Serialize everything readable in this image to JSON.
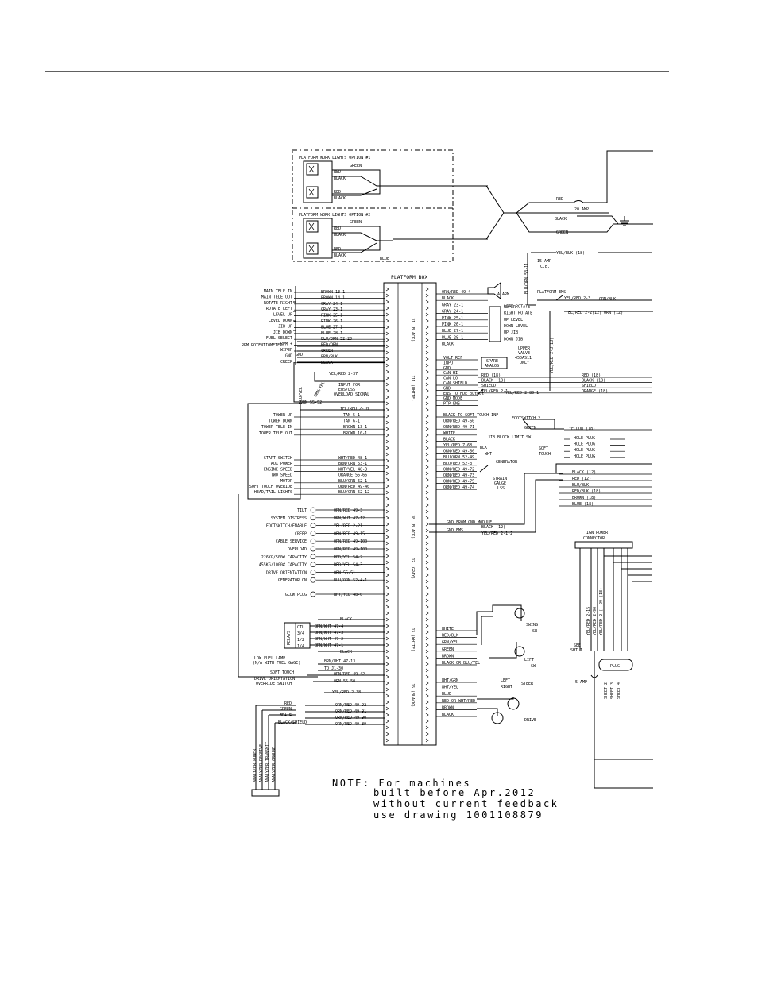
{
  "header_rule": true,
  "platform_box": {
    "title": "PLATFORM BOX",
    "j1": "J1 (BLACK)",
    "j2": "J2 (GRAY)",
    "j3": "J3 (WHITE)",
    "j6": "J6 (BLACK)",
    "j8": "J8 (BLACK)",
    "j11": "J11 (WHITE)"
  },
  "work_lights": {
    "opt1": "PLATFORM WORK LIGHTS OPTION #1",
    "opt2": "PLATFORM WORK LIGHTS OPTION #2",
    "wires": [
      "GREEN",
      "RED",
      "BLACK",
      "RED",
      "BLACK",
      "GREEN",
      "RED",
      "BLACK",
      "RED",
      "BLACK",
      "BLUE"
    ]
  },
  "power": {
    "red": "RED",
    "amp20": "20 AMP",
    "black": "BLACK",
    "green": "GREEN",
    "yelblk": "YEL/BLK (18)",
    "amp15": "15 AMP",
    "cb": "C.B.",
    "bluorn": "BLU/ORN 53-11",
    "ems": "PLATFORM EMS",
    "yelred1": "YEL/RED 2-3",
    "orn_blk": "ORN/BLK",
    "yelred2": "YEL/RED 2-2(12)",
    "orn12": "ORN (12)",
    "yelred_v": "YEL/RED 2-3(18)"
  },
  "left_labels": [
    "MAIN TELE IN",
    "MAIN TELE OUT",
    "ROTATE RIGHT",
    "ROTATE LEFT",
    "LEVEL UP",
    "LEVEL DOWN",
    "JIB UP",
    "JIB DOWN",
    "FUEL SELECT",
    "RPM +",
    "WIPER",
    "GND",
    "CREEP"
  ],
  "left_wires": [
    "BROWN 13-1",
    "BROWN 14-1",
    "GRAY 24-1",
    "GRAY 23-1",
    "PINK 25-1",
    "PINK 26-1",
    "BLUE 27-1",
    "BLUE 28-1",
    "BLU/ORN 52-20",
    "RED/ORN",
    "GREEN",
    "BRN/BLK",
    "BLACK"
  ],
  "rpm_pot": "RPM POTENTIOMETER",
  "bluyel": "BLU/YEL",
  "gnd": "GND",
  "orn_yel": "ORN/YEL",
  "yelred237": "YEL/RED 2-37",
  "input_ems": [
    "INPUT FOR",
    "EMS/LSS",
    "OVERLOAD SIGNAL"
  ],
  "orn5552": "ORN 55-52",
  "yelred210": "YEL/RED 2-10",
  "tower": [
    {
      "label": "TOWER UP",
      "wire": "TAN 5-1"
    },
    {
      "label": "TOWER DOWN",
      "wire": "TAN 6-1"
    },
    {
      "label": "TOWER TELE IN",
      "wire": "BROWN 13-1"
    },
    {
      "label": "TOWER TELE OUT",
      "wire": "BROWN 10-1"
    }
  ],
  "start": [
    {
      "label": "START SWITCH",
      "wire": "WHT/RED 48-1"
    },
    {
      "label": "AUX POWER",
      "wire": "BRN/ORN 53-1"
    },
    {
      "label": "ENGINE SPEED",
      "wire": "WHT/YEL 48-3"
    },
    {
      "label": "TWO SPEED",
      "wire": "ORANGE 55-66"
    },
    {
      "label": "MOTOR",
      "wire": "BLU/ORN 52-1"
    },
    {
      "label": "SOFT TOUCH OVERIDE",
      "wire": "ORN/RED 49-40"
    },
    {
      "label": "HEAD/TAIL LIGHTS",
      "wire": "BLU/ORN 52-12"
    }
  ],
  "j2_labels": [
    {
      "label": "TILT",
      "wire": "ORN/RED 49-3"
    },
    {
      "label": "SYSTEM DISTRESS",
      "wire": "BRN/WHT 47-12"
    },
    {
      "label": "FOOTSWITCH/ENABLE",
      "wire": "YEL/RED 2-21"
    },
    {
      "label": "CREEP",
      "wire": "ORN/RED 49-15"
    },
    {
      "label": "CABLE SERVICE",
      "wire": "ORN/RED 49-100"
    },
    {
      "label": "OVERLOAD",
      "wire": "ORN/RED 49-100"
    },
    {
      "label": "226KG/500# CAPACITY",
      "wire": "RED/YEL 54-2"
    },
    {
      "label": "455KG/1000# CAPACITY",
      "wire": "RED/YEL 54-3"
    },
    {
      "label": "DRIVE ORIENTATION",
      "wire": "ORN 55-51"
    },
    {
      "label": "GENERATOR ON",
      "wire": "BLU/ORN 52-4-1"
    },
    {
      "label": "GLOW PLUG",
      "wire": "WHT/YEL 48-6"
    }
  ],
  "relays": {
    "rows": [
      "CTL",
      "3/4",
      "1/2",
      "1/4"
    ],
    "wires": [
      "BRN/WHT 47-4",
      "BRN/WHT 47-3",
      "BRN/WHT 47-2",
      "BRN/WHT 47-1"
    ],
    "black": "BLACK"
  },
  "bottom_left": [
    {
      "label": "LOW FUEL LAMP",
      "wire": "BRN/WHT 47-13"
    },
    {
      "label": "(N/A WITH FUEL GAGE)",
      "wire": "TO J1-30"
    },
    {
      "label": "SOFT TOUCH",
      "wire": "ORN/RED 49-42"
    },
    {
      "label": "DRIVE ORIENTATION",
      "wire": "ORN 55-50"
    },
    {
      "label": "OVERRIDE SWITCH",
      "wire": "YEL/RED 2-38"
    }
  ],
  "analyzer": {
    "wires": [
      "RED",
      "GREEN",
      "WHITE",
      "BLACK/SHIELD"
    ],
    "conn": [
      "ORN/RED 49-92",
      "ORN/RED 49-91",
      "ORN/RED 49-90",
      "ORN/RED 49-89"
    ],
    "labels": [
      "ANALYZER POWER",
      "ANALYZER RECEIVE",
      "ANALYZER TRANSMIT",
      "ANALYZER GROUND"
    ]
  },
  "j1_right": [
    {
      "wire": "ORN/RED 49-4",
      "dev": "ALARM"
    },
    {
      "wire": "BLACK",
      "dev": ""
    },
    {
      "wire": "GRAY 23-1",
      "dev": "LEFT ROTATE"
    },
    {
      "wire": "GRAY 24-1",
      "dev": "RIGHT ROTATE"
    },
    {
      "wire": "PINK 25-1",
      "dev": "UP LEVEL"
    },
    {
      "wire": "PINK 26-1",
      "dev": "DOWN LEVEL"
    },
    {
      "wire": "BLUE 27-1",
      "dev": "UP JIB"
    },
    {
      "wire": "BLUE 28-1",
      "dev": "DOWN JIB"
    },
    {
      "wire": "BLACK",
      "dev": ""
    }
  ],
  "upper_valve": [
    "UPPER",
    "VALVE",
    "450AS11",
    "ONLY"
  ],
  "j11_right": [
    "VOLT REF",
    "INPUT",
    "GND",
    "CAN HI",
    "CAN LO",
    "CAN SHIELD",
    "GND",
    "ENS TO HDE output",
    "GND MODE",
    "PTP ENS"
  ],
  "spare": [
    "SPARE",
    "ANALOG"
  ],
  "can": [
    {
      "w": "RED (18)",
      "c": "RED (18)"
    },
    {
      "w": "BLACK (18)",
      "c": "BLACK (18)"
    },
    {
      "w": "SHIELD",
      "c": "SHIELD"
    },
    {
      "w": "YEL/RED 2-1",
      "c": "ORANGE (18)"
    }
  ],
  "yelred2801": "YEL/RED 2-80-1",
  "j8_right": [
    "BLACK TO SOFT TOUCH INP",
    "ORN/RED 49-60",
    "ORN/RED 49-71",
    "WHITE",
    "BLACK",
    "YEL/RED 7-68",
    "ORN/RED 49-60",
    "BLU/ORN 52-49",
    "BLU/RED 52-3",
    "ORN/RED 49-72",
    "ORN/RED 49-73",
    "ORN/RED 49-75",
    "ORN/RED 49-74"
  ],
  "footswitch": "FOOTSWITCH 2",
  "j8_misc": {
    "green": "GREEN",
    "yellow": "YELLOW (18)",
    "hole_plug": "HOLE PLUG",
    "jib_limit": "JIB BLOCK LIMIT SW",
    "soft_touch": [
      "SOFT",
      "TOUCH"
    ],
    "generator": "GENERATOR",
    "strain": [
      "STRAIN",
      "GAUGE",
      "LSS"
    ],
    "blk": "BLK",
    "wht": "WHT"
  },
  "dim_wires": [
    "BLACK (12)",
    "RED (12)",
    "BLU/BLK",
    "RED/BLK (18)",
    "BROWN (18)",
    "BLUE (18)"
  ],
  "j6": {
    "gnd_from": "GND FROM GND MODULE",
    "gnd_ems": "GND EMS",
    "black12": "BLACK (12)",
    "yelred212": "YEL/RED 2-1-2"
  },
  "j3_right": [
    "WHITE",
    "RED/BLK",
    "GRN/YEL",
    "GREEN",
    "BROWN",
    "BLACK OR BLU/YEL"
  ],
  "swing": [
    "SWING",
    "SW"
  ],
  "lift": [
    "LIFT",
    "SW"
  ],
  "j6b_right": [
    "WHT/GRN",
    "WHT/YEL",
    "BLUE",
    "RED OR WHT/RED",
    "BROWN",
    "BLACK"
  ],
  "steer": [
    "LEFT",
    "RIGHT",
    "STEER"
  ],
  "drive": "DRIVE",
  "ign": {
    "title": [
      "IGN POWER",
      "CONNECTOR"
    ],
    "wires": [
      "YEL/RED 2-15",
      "YEL/RED 2-90",
      "YEL/RED 2-(+-99 (18)"
    ],
    "see": [
      "SEE",
      "SHT 1"
    ],
    "amp5": "5 AMP",
    "sheets": [
      "SHEET 2",
      "SHEET 3",
      "SHEET 4"
    ],
    "plug": "PLUG"
  },
  "note": [
    "NOTE:  For machines",
    "built before Apr.2012",
    "without current feedback",
    "use drawing 1001108879"
  ]
}
